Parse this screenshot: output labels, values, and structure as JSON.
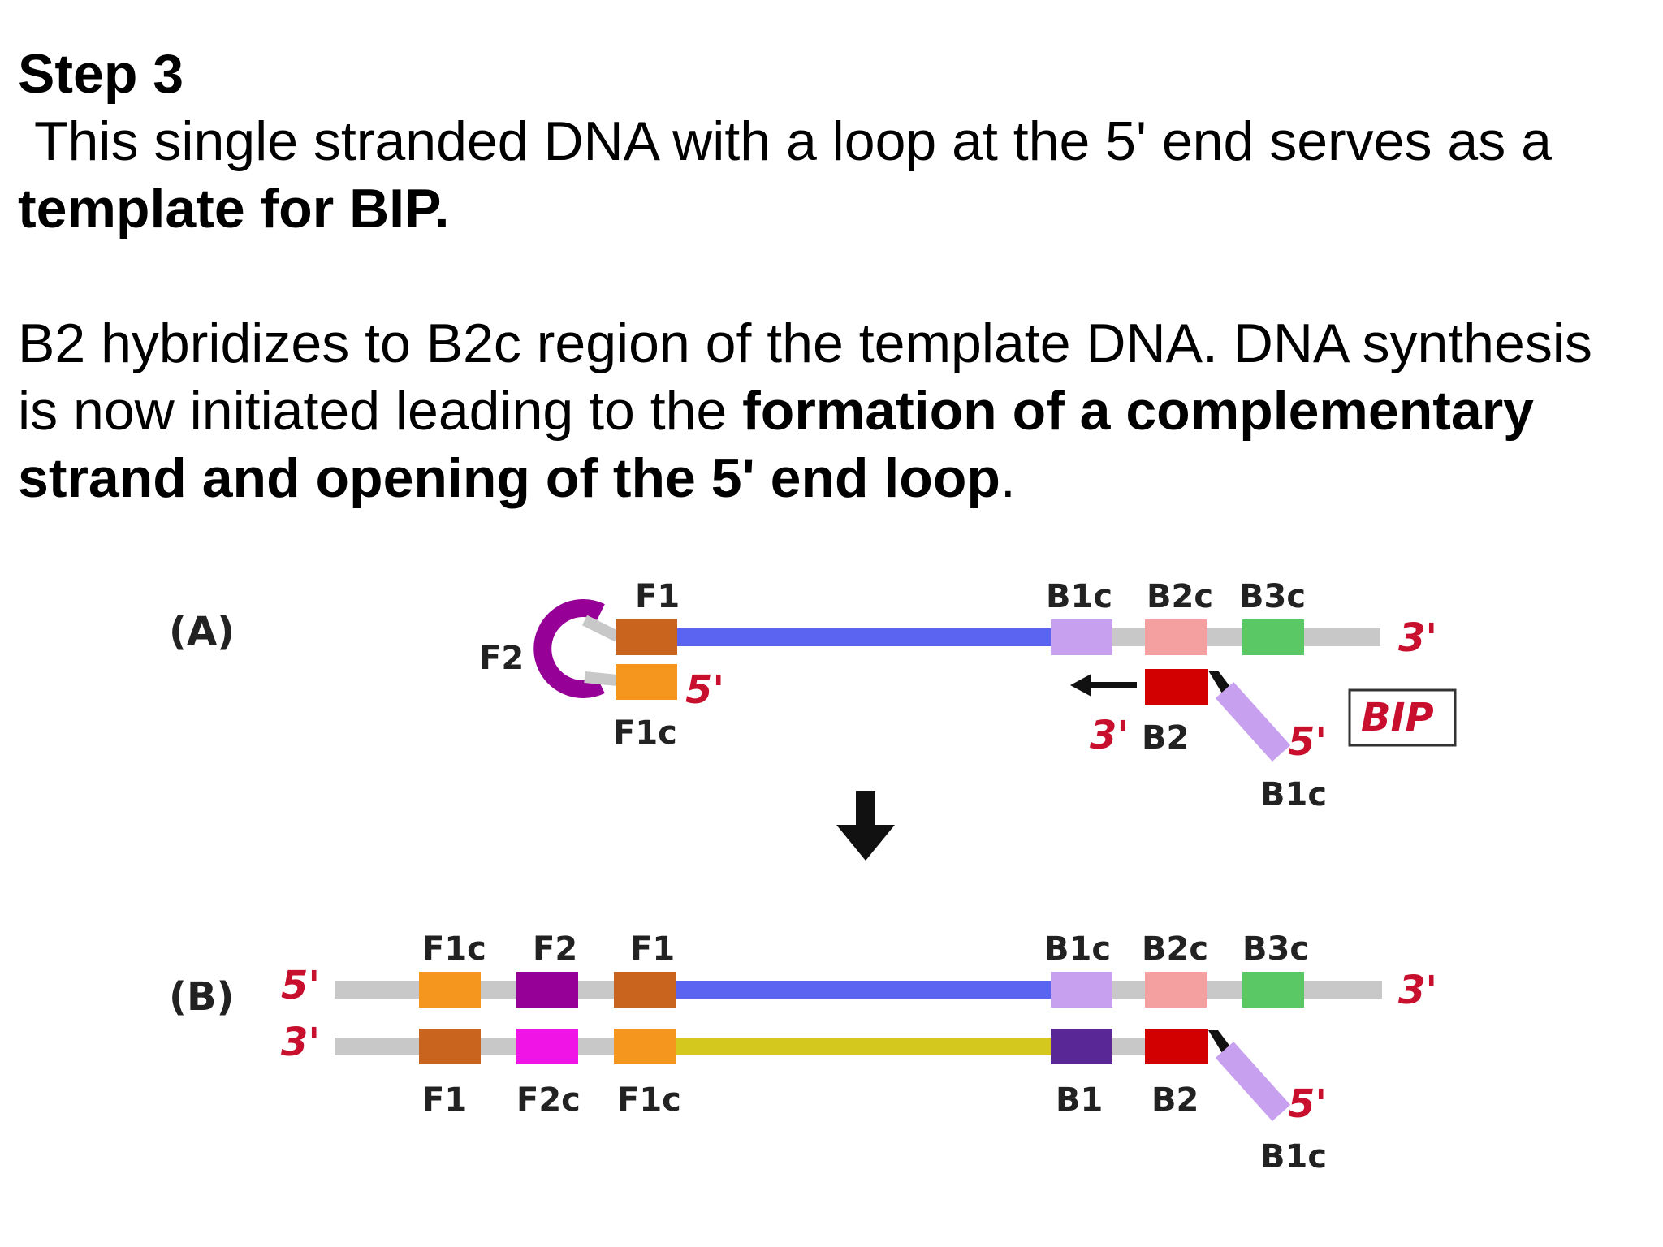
{
  "heading": "Step 3",
  "paragraph1": {
    "text": "This single stranded DNA with a loop at the 5' end serves as a",
    "bold": "template for BIP."
  },
  "paragraph2": {
    "text_a": "B2 hybridizes to B2c region of the template DNA. DNA synthesis is now initiated leading to the ",
    "bold": "formation of a complementary strand and opening of the 5' end loop",
    "text_b": "."
  },
  "diagram": {
    "panel_a": {
      "label": "(A)",
      "F1": "F1",
      "F2": "F2",
      "F1c": "F1c",
      "five_prime": "5'",
      "B1c_top": "B1c",
      "B2c": "B2c",
      "B3c": "B3c",
      "three_prime": "3'",
      "three_prime_b2": "3'",
      "B2": "B2",
      "five_prime_bip": "5'",
      "bip": "BIP",
      "B1c_bottom": "B1c"
    },
    "panel_b": {
      "label": "(B)",
      "five_prime_left": "5'",
      "three_prime_left": "3'",
      "F1c_top": "F1c",
      "F2_top": "F2",
      "F1_top": "F1",
      "B1c_top": "B1c",
      "B2c_top": "B2c",
      "B3c_top": "B3c",
      "three_prime_right": "3'",
      "F1_bottom": "F1",
      "F2c_bottom": "F2c",
      "F1c_bottom": "F1c",
      "B1_bottom": "B1",
      "B2_bottom": "B2",
      "five_prime_right": "5'",
      "B1c_tail": "B1c"
    },
    "colors": {
      "backbone": "#c8c8c8",
      "blue_strand": "#5a64f0",
      "yellow_strand": "#d4c81e",
      "F1": "#c8641e",
      "F1c": "#f5961e",
      "F2": "#960096",
      "F2c": "#f014e6",
      "B1c": "#c8a0f0",
      "B1": "#5a2896",
      "B2c": "#f5a0a0",
      "B2": "#d20000",
      "B3c": "#5ac864",
      "label_red": "#c8102e"
    }
  }
}
